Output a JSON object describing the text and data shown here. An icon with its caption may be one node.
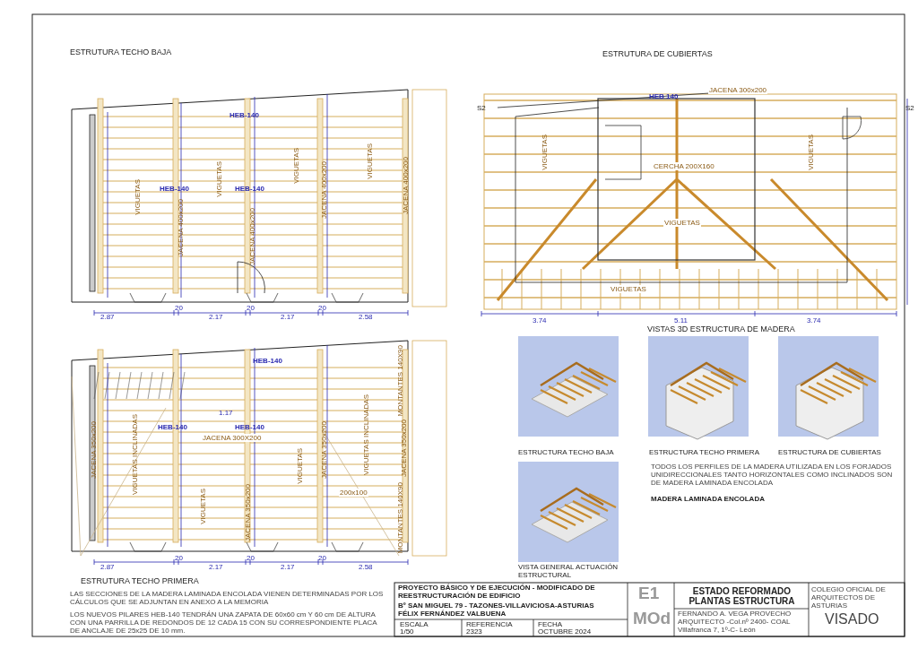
{
  "diagram": {
    "labels": [
      "ESTRUTURA TECHO BAJA",
      "ESTRUTURA DE CUBIERTAS",
      "HEB-140",
      "HEB-140",
      "HEB-140",
      "VIGUETAS",
      "JACENA 400x200",
      "VIGUETAS",
      "JACENA 400x200",
      "VIGUETAS",
      "JACENA 400x200",
      "VIGUETAS",
      "JACENA 400x200",
      "2.87",
      "20",
      "2.17",
      "20",
      "2.17",
      "20",
      "2.58",
      "HEB 140",
      "JACENA 300x200",
      "CERCHA 200X160",
      "VIGUETAS",
      "VIGUETAS",
      "VIGUETAS",
      "VIGUETAS",
      "3.74",
      "5.11",
      "3.74",
      "VISTAS 3D ESTRUCTURA DE MADERA",
      "ESTRUCTURA TECHO BAJA",
      "ESTRUCTURA TECHO PRIMERA",
      "ESTRUCTURA DE CUBIERTAS",
      "VISTA GENERAL ACTUACIÓN ESTRUCTURAL",
      "HEB-140",
      "HEB-140",
      "HEB-140",
      "1.17",
      "JACENA 300X200",
      "JACENA 350x200",
      "VIGUETAS INCLINADAS",
      "VIGUETAS",
      "JACENA 350x200",
      "VIGUETAS",
      "JACENA 350x200",
      "VIGUETAS INCLINADAS",
      "200x100",
      "MONTANTES 140X90",
      "JACENA 350x200",
      "MONTANTES 140X90",
      "2.87",
      "20",
      "2.17",
      "20",
      "2.17",
      "20",
      "2.58",
      "ESTRUTURA TECHO PRIMERA",
      "LAS SECCIONES DE LA MADERA LAMINADA ENCOLADA VIENEN DETERMINADAS POR LOS CÁLCULOS QUE SE ADJUNTAN EN ANEXO A LA MEMORIA",
      "LOS NUEVOS PILARES HEB-140 TENDRÁN UNA ZAPATA DE 60x60 cm Y 60 cm DE ALTURA CON UNA PARRILLA DE REDONDOS DE 12 CADA 15 CON SU CORRESPONDIENTE PLACA DE ANCLAJE DE 25x25 DE 10 mm.",
      "TODOS LOS PERFILES DE LA MADERA UTILIZADA EN LOS FORJADOS UNIDIRECCIONALES TANTO HORIZONTALES COMO INCLINADOS SON DE MADERA LAMINADA ENCOLADA",
      "MADERA LAMINADA ENCOLADA",
      "PROYECTO BÁSICO Y DE EJECUCIÓN - MODIFICADO DE REESTRUCTURACIÓN DE EDIFICIO",
      "Bº SAN MIGUEL 79 - TAZONES-VILLAVICIOSA-ASTURIAS",
      "FÉLIX FERNÁNDEZ VALBUENA",
      "ESCALA",
      "1/50",
      "REFERENCIA",
      "2323",
      "FECHA",
      "OCTUBRE 2024",
      "E1",
      "MOd",
      "ESTADO REFORMADO PLANTAS ESTRUCTURA",
      "FERNANDO A. VEGA PROVECHO",
      "ARQUITECTO -Col.nº 2400- COAL",
      "Villafranca 7, 1º-C- León",
      "COLEGIO OFICIAL DE ARQUITECTOS DE ASTURIAS",
      "VISADO",
      "S2",
      "S2"
    ]
  }
}
